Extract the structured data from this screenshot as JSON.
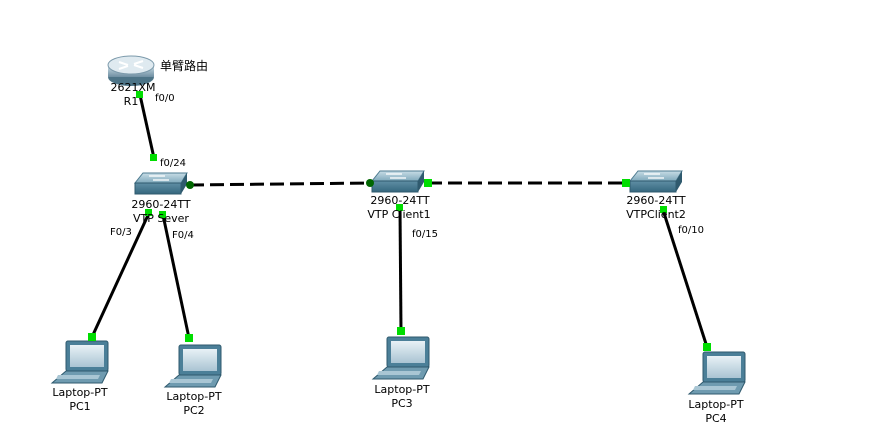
{
  "note": {
    "text": "单臂路由"
  },
  "router": {
    "model": "2621XM",
    "name": "R1"
  },
  "switches": [
    {
      "model": "2960-24TT",
      "name": "VTP Sever"
    },
    {
      "model": "2960-24TT",
      "name": "VTP Client1"
    },
    {
      "model": "2960-24TT",
      "name": "VTPClient2"
    }
  ],
  "laptops": [
    {
      "model": "Laptop-PT",
      "name": "PC1"
    },
    {
      "model": "Laptop-PT",
      "name": "PC2"
    },
    {
      "model": "Laptop-PT",
      "name": "PC3"
    },
    {
      "model": "Laptop-PT",
      "name": "PC4"
    }
  ],
  "ports": {
    "r1_f00": "f0/0",
    "sever_f024": "f0/24",
    "sever_f03": "F0/3",
    "sever_f04": "F0/4",
    "client1_f015": "f0/15",
    "client2_f010": "f0/10"
  },
  "colors": {
    "link_up": "#00dd00",
    "link_trunk": "#006600",
    "cable": "#000000",
    "device_blue": "#3f7f9c"
  }
}
